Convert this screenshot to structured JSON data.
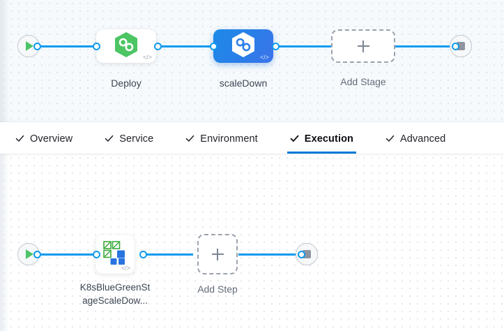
{
  "stage_canvas": {
    "start_node": {
      "name": "pipeline-start",
      "icon": "play-icon"
    },
    "end_node": {
      "name": "pipeline-end",
      "icon": "stop-icon"
    },
    "stages": [
      {
        "label": "Deploy",
        "icon": "harness-hexagon-green-icon",
        "selected": false,
        "code_badge": "</>"
      },
      {
        "label": "scaleDown",
        "icon": "harness-hexagon-white-icon",
        "selected": true,
        "code_badge": "</>"
      }
    ],
    "add_stage": {
      "label": "Add Stage",
      "icon": "plus-icon"
    }
  },
  "tabs": {
    "items": [
      {
        "label": "Overview",
        "icon": "check-icon",
        "active": false
      },
      {
        "label": "Service",
        "icon": "check-icon",
        "active": false
      },
      {
        "label": "Environment",
        "icon": "check-icon",
        "active": false
      },
      {
        "label": "Execution",
        "icon": "check-icon",
        "active": true
      },
      {
        "label": "Advanced",
        "icon": "check-icon",
        "active": false
      }
    ],
    "active_underline_color": "#0278d5"
  },
  "step_canvas": {
    "start_node": {
      "name": "execution-start",
      "icon": "play-icon"
    },
    "end_node": {
      "name": "execution-end",
      "icon": "stop-icon"
    },
    "steps": [
      {
        "label_line1": "K8sBlueGreenSt",
        "label_line2": "ageScaleDow...",
        "icon": "k8s-blue-green-grid-icon",
        "code_badge": "</>"
      }
    ],
    "add_step": {
      "label": "Add Step",
      "icon": "plus-icon"
    }
  },
  "colors": {
    "connector": "#0f9aee",
    "accent_blue": "#0278d5",
    "selected_node": "#1d8ae8",
    "harness_green": "#4dc36a",
    "dashed_border": "#9ba2ae",
    "stage_canvas_bg": "#f6fafd",
    "step_canvas_bg": "#ffffff"
  }
}
